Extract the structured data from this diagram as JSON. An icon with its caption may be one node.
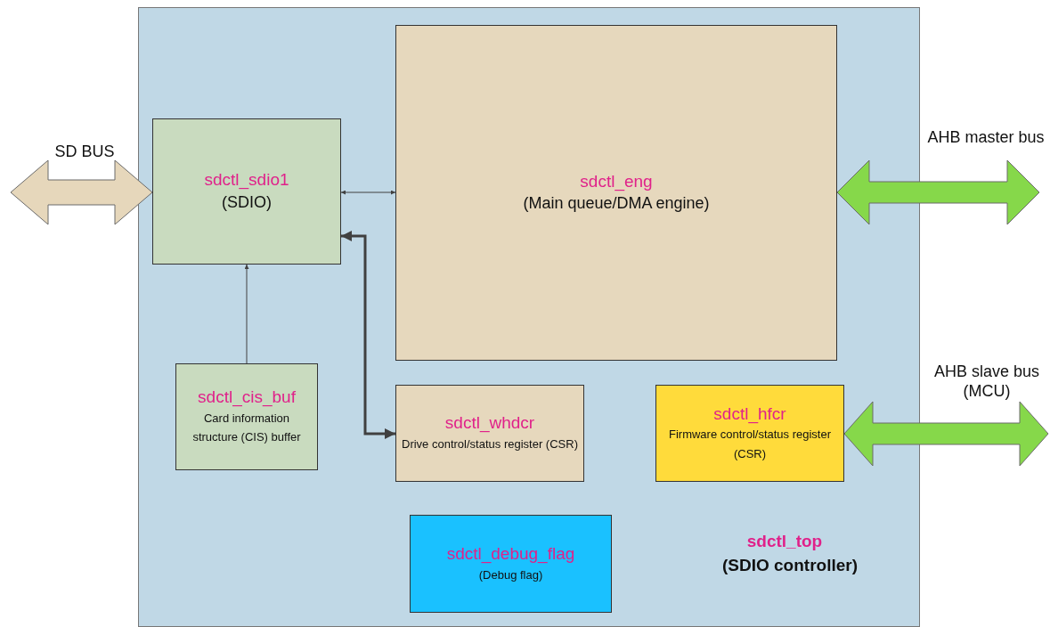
{
  "diagram": {
    "nodes": [
      {
        "text": [
          "sdctl_top",
          "(SDIO controller)"
        ]
      },
      {
        "text": [
          "sdctl_sdio1",
          "(SDIO)"
        ],
        "in": 0
      },
      {
        "text": [
          "sdctl_eng",
          "(Main queue/DMA engine)"
        ],
        "in": 0
      },
      {
        "text": [
          "sdctl_cis_buf",
          "Card information structure (CIS) buffer"
        ],
        "in": 0
      },
      {
        "text": [
          "sdctl_whdcr",
          "Drive control/status register (CSR)"
        ],
        "in": 0
      },
      {
        "text": [
          "sdctl_hfcr",
          "Firmware control/status register (CSR)"
        ],
        "in": 0
      },
      {
        "text": [
          "sdctl_debug_flag",
          "(Debug flag)"
        ],
        "in": 0
      }
    ],
    "edges": [
      {
        "from": null,
        "to": 1,
        "arrow": "both",
        "label": "SD BUS",
        "style": "thick",
        "color": "#e6d7bb"
      },
      {
        "from": 1,
        "to": 2,
        "arrow": "both"
      },
      {
        "from": 1,
        "to": 4,
        "arrow": "both",
        "style": "thick"
      },
      {
        "from": 3,
        "to": 1,
        "arrow": "to"
      },
      {
        "from": 2,
        "to": null,
        "arrow": "both",
        "label": "AHB master bus",
        "style": "thick",
        "color": "#86d84a"
      },
      {
        "from": 5,
        "to": null,
        "arrow": "both",
        "label": "AHB slave bus (MCU)",
        "style": "thick",
        "color": "#86d84a"
      }
    ]
  }
}
